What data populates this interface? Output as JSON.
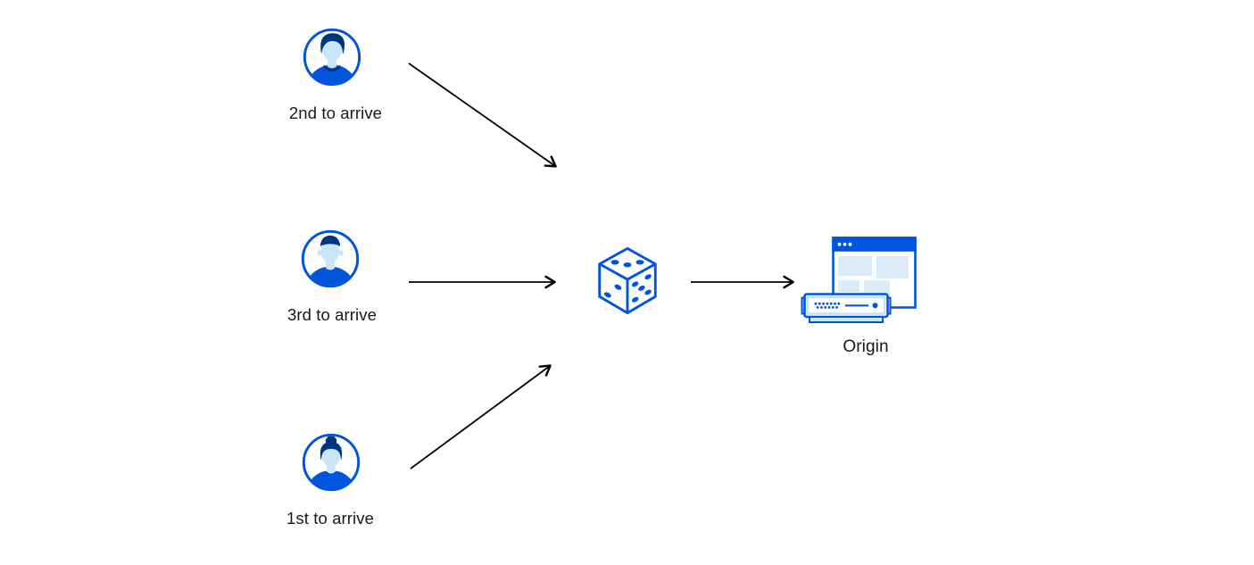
{
  "diagram": {
    "clients": [
      {
        "id": "second",
        "label": "2nd to arrive",
        "icon": "male-user-avatar"
      },
      {
        "id": "third",
        "label": "3rd to arrive",
        "icon": "male-user-avatar"
      },
      {
        "id": "first",
        "label": "1st to arrive",
        "icon": "female-user-avatar"
      }
    ],
    "router": {
      "icon": "dice-icon"
    },
    "origin": {
      "label": "Origin",
      "icon": "origin-server-browser-icon"
    },
    "edges": [
      {
        "from": "2nd to arrive",
        "to": "dice"
      },
      {
        "from": "3rd to arrive",
        "to": "dice"
      },
      {
        "from": "1st to arrive",
        "to": "dice"
      },
      {
        "from": "dice",
        "to": "Origin"
      }
    ],
    "colors": {
      "blue": "#0055dc",
      "navy": "#003681",
      "face_light_blue": "#c9e5f8",
      "panel_light_blue": "#dcebf8",
      "server_trim_blue": "#cfe6f8",
      "arrow": "#000000",
      "text": "#15181d"
    }
  }
}
